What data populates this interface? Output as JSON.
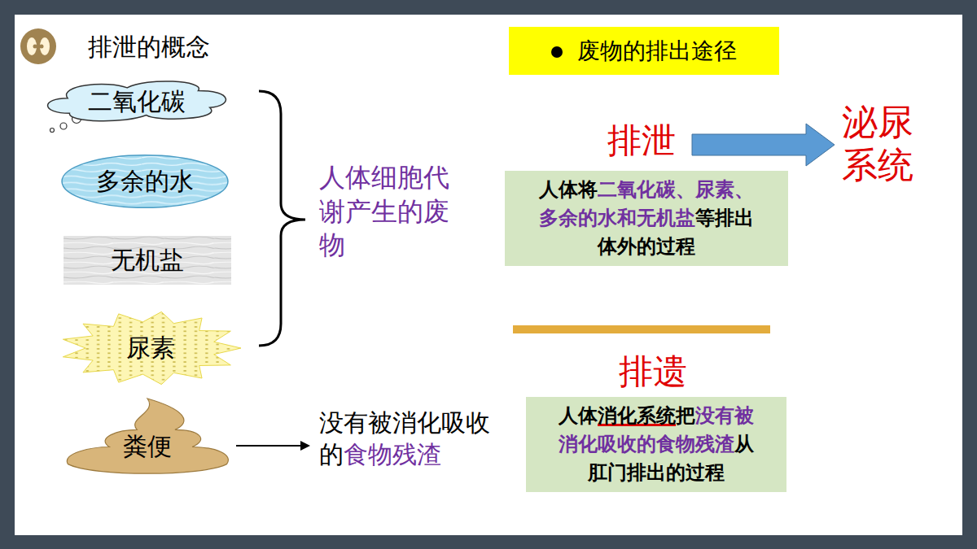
{
  "diagram": {
    "title": "排泄的概念",
    "nodes": [
      {
        "text": [
          "二氧化碳"
        ]
      },
      {
        "text": [
          "废物的排出途径"
        ]
      },
      {
        "text": [
          "多余的水"
        ]
      },
      {
        "text": [
          "人体将",
          "二氧化碳、尿素、多余的水和无机盐",
          "等排出体外的过程"
        ]
      },
      {
        "text": [
          "无机盐"
        ]
      },
      {
        "text": [
          "尿素"
        ]
      },
      {
        "text": [
          "人体",
          "消化系统",
          "把",
          "没有被消化吸收的食物残渣",
          "从肛门排出的过程"
        ]
      },
      {
        "text": [
          "粪便"
        ]
      }
    ],
    "labels": [
      "人体细胞代谢产生的废物",
      "没有被消化吸收的",
      "食物残渣",
      "排泄",
      "泌尿系统",
      "排遗"
    ]
  }
}
